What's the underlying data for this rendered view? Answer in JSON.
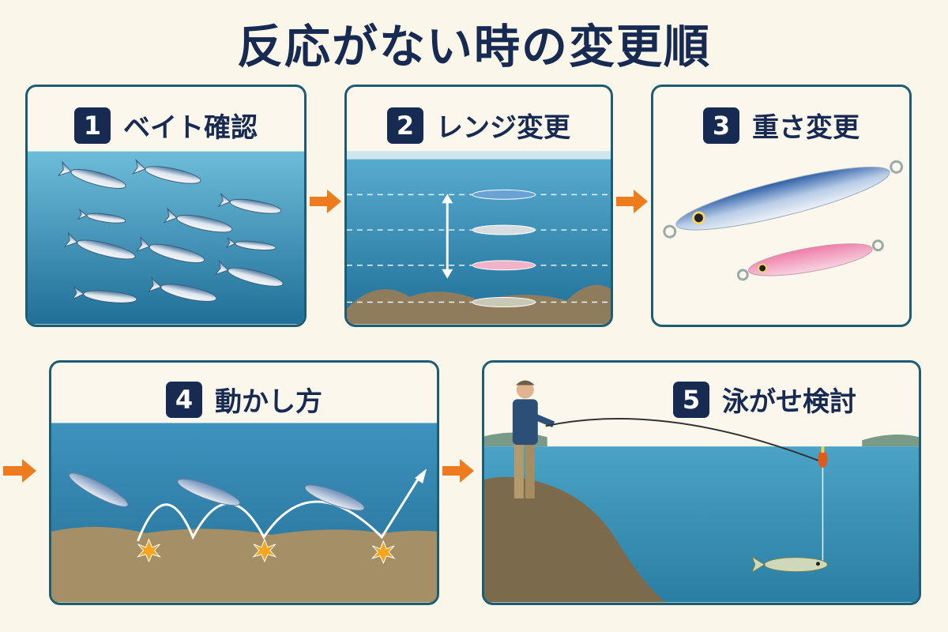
{
  "title": "反応がない時の変更順",
  "steps": [
    {
      "num": "1",
      "label": "ベイト確認"
    },
    {
      "num": "2",
      "label": "レンジ変更"
    },
    {
      "num": "3",
      "label": "重さ変更"
    },
    {
      "num": "4",
      "label": "動かし方"
    },
    {
      "num": "5",
      "label": "泳がせ検討"
    }
  ],
  "colors": {
    "navy": "#172a52",
    "border": "#1d5d73",
    "arrow": "#ee7c1e",
    "water_top": "#5fb3d3",
    "water_bottom": "#1f6f98",
    "seabed": "#9c8a64"
  },
  "icons": [
    "baitfish-school",
    "depth-range-arrow",
    "metal-jig",
    "jig-action-path",
    "angler-with-rod",
    "float-bobber",
    "live-bait-fish"
  ]
}
